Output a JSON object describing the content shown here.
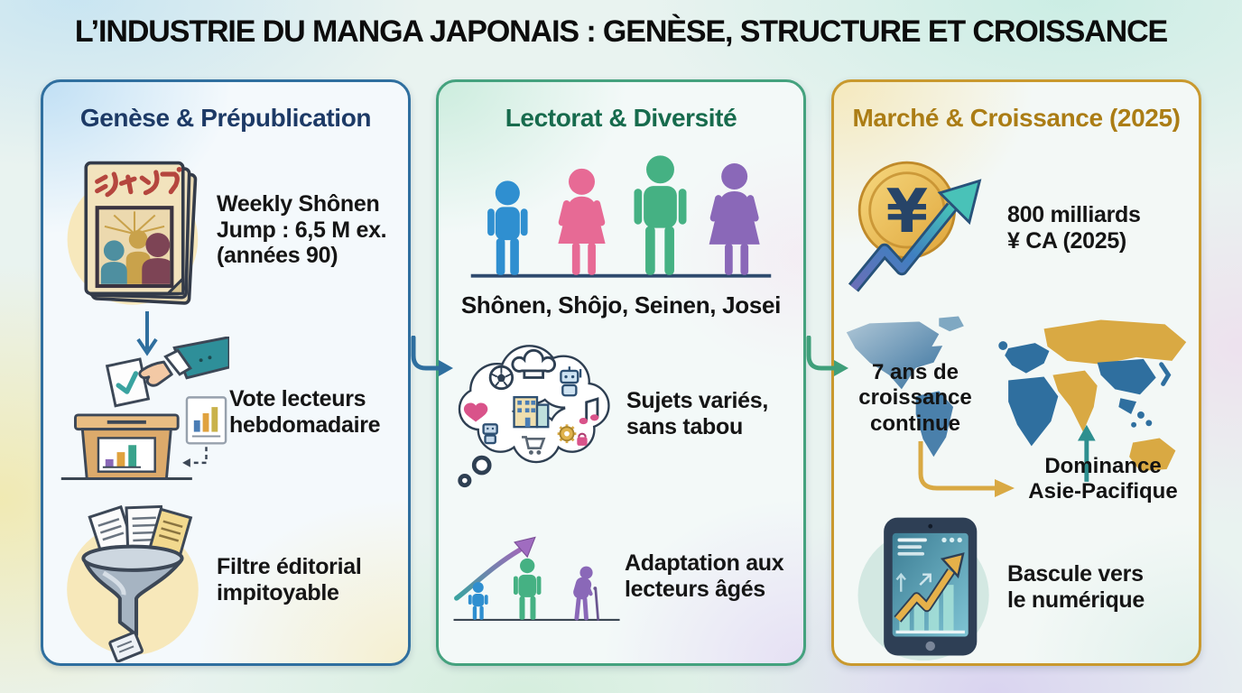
{
  "title": "L’INDUSTRIE DU MANGA JAPONAIS : GENÈSE, STRUCTURE ET CROISSANCE",
  "panels": {
    "genese": {
      "title": "Genèse & Prépublication",
      "magazine_title": "ジャンプ",
      "jump_text": "Weekly Shônen\nJump : 6,5 M ex.\n(années 90)",
      "vote_text": "Vote lecteurs\nhebdomadaire",
      "filter_text": "Filtre éditorial\nimpitoyable"
    },
    "lectorat": {
      "title": "Lectorat & Diversité",
      "demographics_caption": "Shônen, Shôjo, Seinen, Josei",
      "topics_text": "Sujets variés,\nsans tabou",
      "aging_text": "Adaptation aux\nlecteurs âgés"
    },
    "marche": {
      "title": "Marché & Croissance (2025)",
      "currency_symbol": "¥",
      "revenue_text": "800 milliards\n¥ CA (2025)",
      "growth_text": "7 ans de\ncroissance\ncontinue",
      "dominance_text": "Dominance\nAsie-Pacifique",
      "digital_text": "Bascule vers\nle numérique"
    }
  },
  "colors": {
    "genese_border": "#2f6f9f",
    "genese_title": "#1d3a66",
    "lectorat_border": "#44a27e",
    "lectorat_title": "#176b4d",
    "marche_border": "#c9992e",
    "marche_title": "#ab7d15",
    "figure_shonen": "#2f8fd0",
    "figure_shojo": "#e76a95",
    "figure_seinen": "#45b183",
    "figure_josei": "#8a68b8",
    "map_world": "#2f6f9f",
    "map_asia_pacific": "#d9a943",
    "coin_gold": "#e0a83c"
  }
}
